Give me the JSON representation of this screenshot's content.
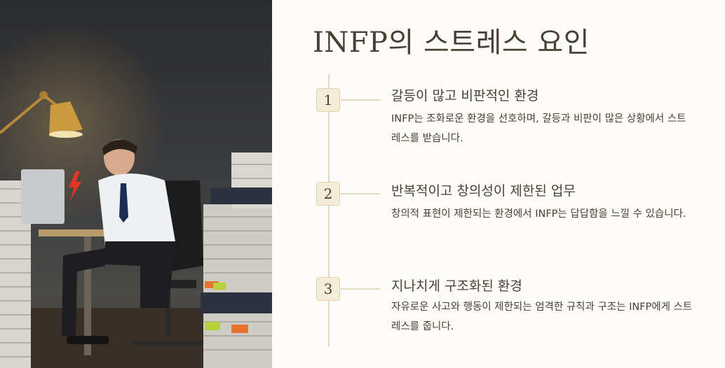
{
  "page": {
    "title": "INFP의 스트레스 요인"
  },
  "photo": {
    "description_icon": "stressed-office-worker-photo"
  },
  "items": [
    {
      "number": "1",
      "title": "갈등이 많고 비판적인 환경",
      "desc": "INFP는 조화로운 환경을 선호하며, 갈등과 비판이 많은 상황에서 스트레스를 받습니다."
    },
    {
      "number": "2",
      "title": "반복적이고 창의성이 제한된 업무",
      "desc": "창의적 표현이 제한되는 환경에서 INFP는 답답함을 느낄 수 있습니다."
    },
    {
      "number": "3",
      "title": "지나치게 구조화된 환경",
      "desc": "자유로운 사고와 행동이 제한되는 엄격한 규칙과 구조는 INFP에게 스트레스를 줍니다."
    }
  ],
  "colors": {
    "text": "#4a3f35",
    "badge_bg": "#f5ecd8",
    "line": "#e3d8c0",
    "background": "#fdfcf8"
  }
}
